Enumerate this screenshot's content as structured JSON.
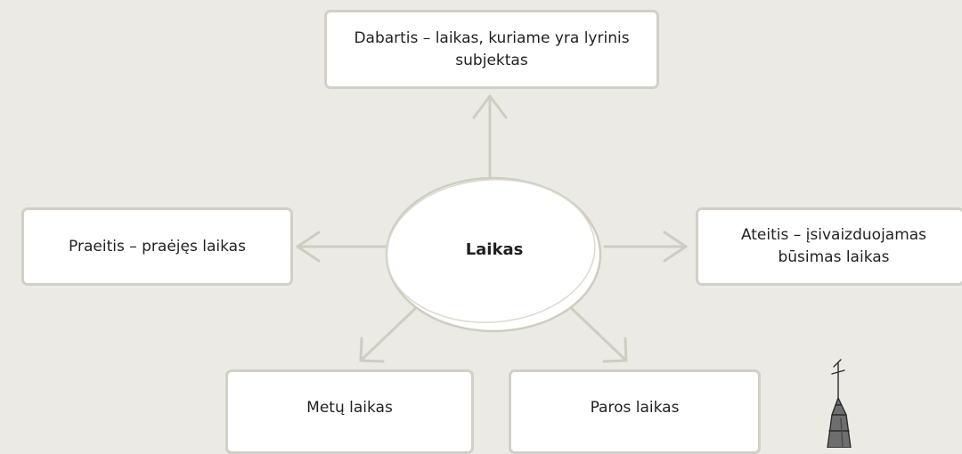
{
  "center": {
    "label": "Laikas"
  },
  "nodes": {
    "dabartis": "Dabartis – laikas, kuriame yra lyrinis subjektas",
    "praeitis": "Praeitis – praėjęs laikas",
    "ateitis": "Ateitis – įsivaizduojamas būsimas laikas",
    "metu": "Metų laikas",
    "paros": "Paros laikas"
  },
  "colors": {
    "background": "#ebeae5",
    "box_border": "#d2d0c6",
    "arrow": "#cfcdc1",
    "ellipse_stroke": "#cfcdc1",
    "text": "#231f20"
  },
  "icons": [
    "church-spire-icon"
  ]
}
